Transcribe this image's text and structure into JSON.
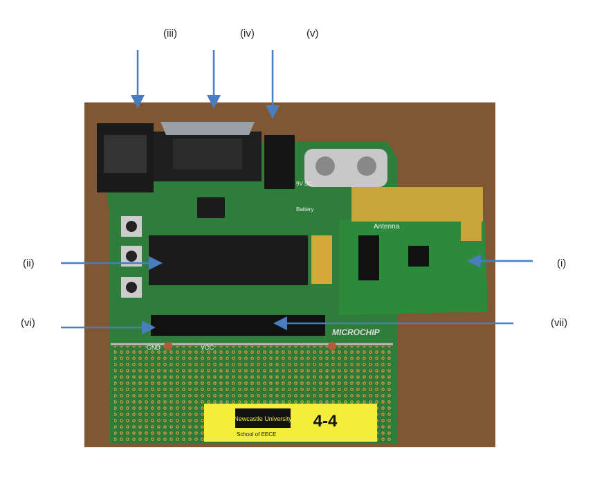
{
  "labels": {
    "i": "(i)",
    "ii": "(ii)",
    "iii": "(iii)",
    "iv": "(iv)",
    "v": "(v)",
    "vi": "(vi)",
    "vii": "(vii)"
  },
  "board": {
    "brand": "MICROCHIP",
    "antenna_label": "Antenna",
    "battery_label": "Battery",
    "dc_label": "9V DC",
    "header_left": "GND",
    "header_right": "VCC",
    "sticker": {
      "university": "Newcastle University",
      "school": "School of EECE",
      "code": "4-4"
    }
  },
  "colors": {
    "arrow": "#4a7cc0",
    "wood": "#7a5230",
    "pcb": "#2f7d3a",
    "sticker": "#f3ee3c"
  }
}
